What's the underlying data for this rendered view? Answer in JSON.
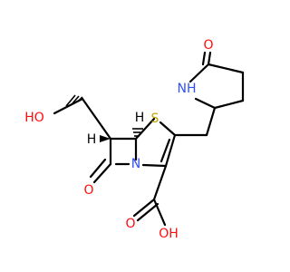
{
  "colors": {
    "bond": "#000000",
    "oxygen": "#ff0d0d",
    "nitrogen": "#3050f8",
    "sulfur": "#c6a500",
    "background": "#ffffff"
  },
  "atoms": [
    {
      "id": "o-hydroxyl",
      "text": "HO",
      "element": "oxygen"
    },
    {
      "id": "o-lactam",
      "text": "O",
      "element": "oxygen"
    },
    {
      "id": "o-acid-hydroxyl",
      "text": "OH",
      "element": "oxygen"
    },
    {
      "id": "o-acid-carbonyl",
      "text": "O",
      "element": "oxygen"
    },
    {
      "id": "o-pyrrolidinone",
      "text": "O",
      "element": "oxygen"
    },
    {
      "id": "n-betalactam",
      "text": "N",
      "element": "nitrogen"
    },
    {
      "id": "n-pyrrolidine",
      "text": "NH",
      "element": "nitrogen"
    },
    {
      "id": "s-thiazoline",
      "text": "S",
      "element": "sulfur"
    }
  ],
  "stereo_labels": [
    {
      "id": "h-c6",
      "text": "H"
    },
    {
      "id": "h-c5",
      "text": "H"
    }
  ]
}
